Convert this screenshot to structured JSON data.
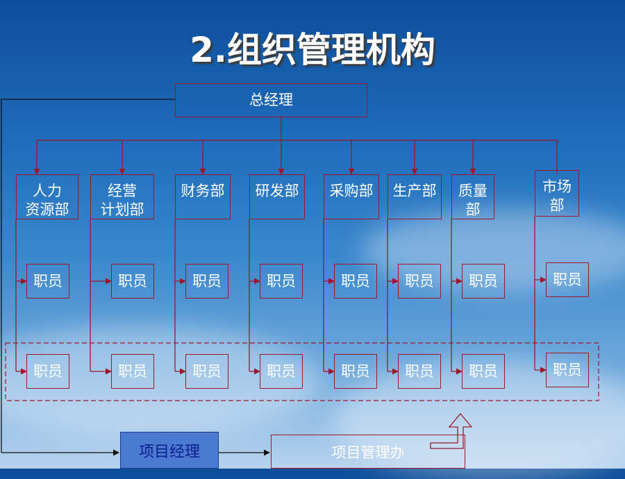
{
  "title": "2.组织管理机构",
  "top": {
    "label": "总经理"
  },
  "departments": [
    {
      "label": "人力\n资源部",
      "staff": [
        "职员",
        "职员"
      ]
    },
    {
      "label": "经营\n计划部",
      "staff": [
        "职员",
        "职员"
      ]
    },
    {
      "label": "财务部",
      "staff": [
        "职员",
        "职员"
      ]
    },
    {
      "label": "研发部",
      "staff": [
        "职员",
        "职员"
      ]
    },
    {
      "label": "采购部",
      "staff": [
        "职员",
        "职员"
      ]
    },
    {
      "label": "生产部",
      "staff": [
        "职员",
        "职员"
      ]
    },
    {
      "label": "质量\n部",
      "staff": [
        "职员",
        "职员"
      ]
    },
    {
      "label": "市场\n部",
      "staff": [
        "职员",
        "职员"
      ]
    }
  ],
  "bottom": {
    "project_manager": "项目经理",
    "project_office": "项目管理办"
  },
  "colors": {
    "line": "#a0152a",
    "project_manager_fill": "#4a7bd0",
    "project_manager_text": "#0b1f8f"
  }
}
